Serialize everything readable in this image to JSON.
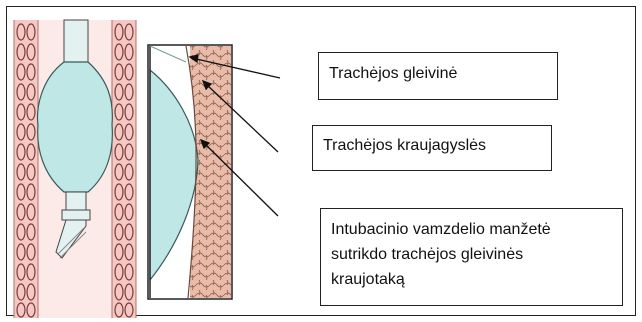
{
  "labels": {
    "mucosa": "Trachėjos gleivinė",
    "vessels": "Trachėjos kraujagyslės",
    "cuff_line1": "Intubacinio vamzdelio manžetė",
    "cuff_line2": "sutrikdo trachėjos gleivinės",
    "cuff_line3": "kraujotaką"
  },
  "colors": {
    "tracheal_wall": "#f4c9c4",
    "tissue": "#e8b8a4",
    "tissue_dark": "#8a5a48",
    "cuff": "#bfe7e6",
    "tube": "#e3f2f1",
    "outline": "#222222"
  }
}
